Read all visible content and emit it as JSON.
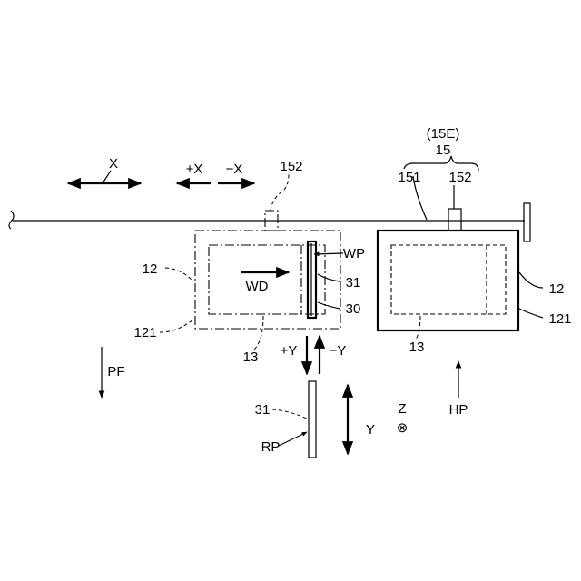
{
  "labels": {
    "ref_15e": "(15E)",
    "ref_15": "15",
    "ref_151": "151",
    "ref_152_left": "152",
    "ref_152_right": "152",
    "axis_x": "X",
    "plus_x": "+X",
    "minus_x": "−X",
    "ref_12_left": "12",
    "ref_12_right": "12",
    "ref_121_left": "121",
    "ref_121_right": "121",
    "ref_13_left": "13",
    "ref_13_right": "13",
    "wd": "WD",
    "wp": "WP",
    "ref_31": "31",
    "ref_30": "30",
    "plus_y": "+Y",
    "minus_y": "−Y",
    "pf": "PF",
    "ref_31_bottom": "31",
    "rp": "RP",
    "axis_y": "Y",
    "axis_z": "Z",
    "hp": "HP",
    "z_symbol": "⊗"
  }
}
